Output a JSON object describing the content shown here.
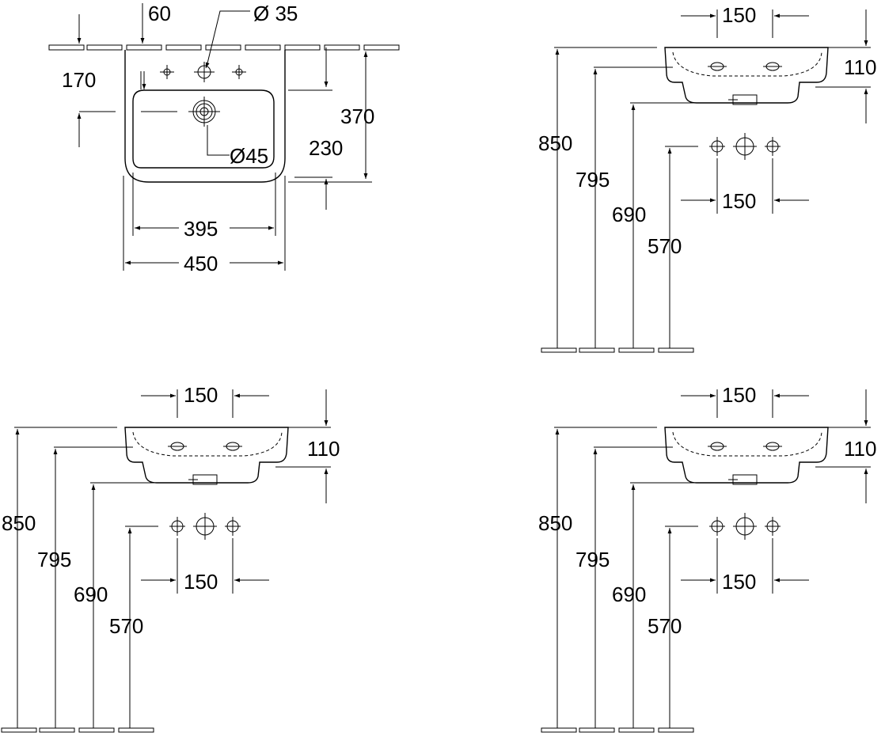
{
  "plan_view": {
    "dim_depth_offset": "60",
    "dim_tap_hole": "Ø 35",
    "dim_waste_offset": "170",
    "dim_depth": "370",
    "dim_waste": "Ø45",
    "dim_waste_height": "230",
    "dim_inner_width": "395",
    "dim_width": "450"
  },
  "side_views": [
    {
      "dim_tap_spacing_top": "150",
      "dim_basin_height": "110",
      "dim_850": "850",
      "dim_795": "795",
      "dim_690": "690",
      "dim_570": "570",
      "dim_tap_spacing_bottom": "150"
    },
    {
      "dim_tap_spacing_top": "150",
      "dim_basin_height": "110",
      "dim_850": "850",
      "dim_795": "795",
      "dim_690": "690",
      "dim_570": "570",
      "dim_tap_spacing_bottom": "150"
    },
    {
      "dim_tap_spacing_top": "150",
      "dim_basin_height": "110",
      "dim_850": "850",
      "dim_795": "795",
      "dim_690": "690",
      "dim_570": "570",
      "dim_tap_spacing_bottom": "150"
    }
  ]
}
